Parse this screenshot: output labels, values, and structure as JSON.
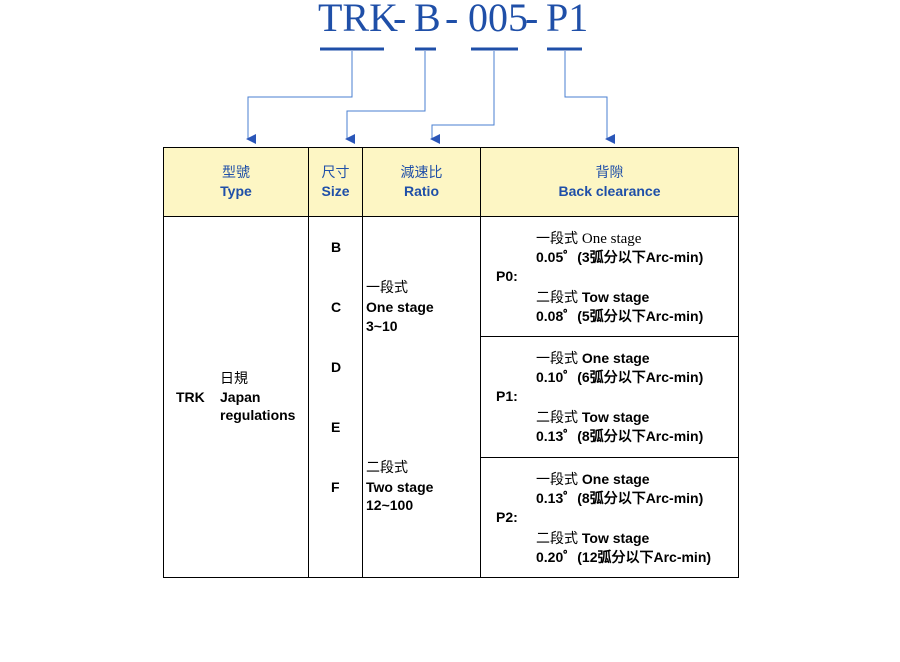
{
  "model_code": {
    "segments": [
      "TRK",
      "B",
      "005",
      "P1"
    ],
    "separator": "-"
  },
  "headers": {
    "type": {
      "zh": "型號",
      "en": "Type"
    },
    "size": {
      "zh": "尺寸",
      "en": "Size"
    },
    "ratio": {
      "zh": "減速比",
      "en": "Ratio"
    },
    "backlash": {
      "zh": "背隙",
      "en": "Back clearance"
    }
  },
  "type_col": {
    "code": "TRK",
    "desc_zh": "日規",
    "desc_en_1": "Japan",
    "desc_en_2": "regulations"
  },
  "sizes": [
    "B",
    "C",
    "D",
    "E",
    "F"
  ],
  "ratio_col": {
    "one": {
      "zh": "一段式",
      "en": "One stage",
      "range": "3~10"
    },
    "two": {
      "zh": "二段式",
      "en": "Two stage",
      "range": "12~100"
    }
  },
  "backlash_rows": [
    {
      "code": "P0:",
      "one_zh": "一段式",
      "one_en": "One stage",
      "one_val": "0.05゜(3弧分以下Arc-min)",
      "two_zh": "二段式",
      "two_en": "Tow stage",
      "two_val": "0.08゜(5弧分以下Arc-min)"
    },
    {
      "code": "P1:",
      "one_zh": "一段式",
      "one_en": "One stage",
      "one_val": "0.10゜(6弧分以下Arc-min)",
      "two_zh": "二段式",
      "two_en": "Tow stage",
      "two_val": "0.13゜(8弧分以下Arc-min)"
    },
    {
      "code": "P2:",
      "one_zh": "一段式",
      "one_en": "One stage",
      "one_val": "0.13゜(8弧分以下Arc-min)",
      "two_zh": "二段式",
      "two_en": "Tow stage",
      "two_val": "0.20゜(12弧分以下Arc-min)"
    }
  ],
  "colors": {
    "accent_blue": "#1f4fa8",
    "header_fill": "#fdf6c4",
    "connector": "#4a7fd0"
  }
}
